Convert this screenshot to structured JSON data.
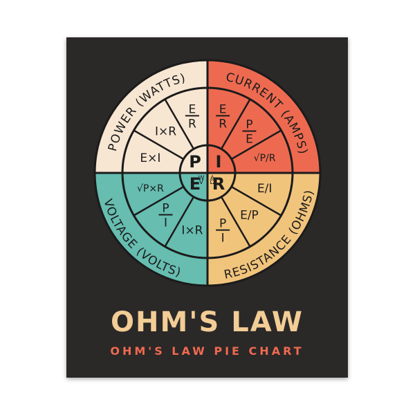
{
  "title": "OHM'S LAW",
  "subtitle": "OHM'S LAW PIE CHART",
  "colors": {
    "background": "#2b2828",
    "ink": "#1b1b1b",
    "power": "#f7e6d2",
    "current": "#ed6a50",
    "voltage": "#66bdb0",
    "resistance": "#f1c47c",
    "title": "#f2cd95",
    "subtitle": "#ef6a50"
  },
  "quadrants": {
    "power": {
      "label": "POWER (WATTS)",
      "symbol": "P",
      "unit": "W",
      "formulas": [
        {
          "num": "E",
          "den": "R"
        },
        {
          "text": "I×R"
        },
        {
          "text": "E×I"
        }
      ]
    },
    "current": {
      "label": "CURRENT (AMPS)",
      "symbol": "I",
      "unit": "A",
      "formulas": [
        {
          "num": "E",
          "den": "R"
        },
        {
          "num": "P",
          "den": "E"
        },
        {
          "text": "√P/R"
        }
      ]
    },
    "resistance": {
      "label": "RESISTANCE (OHMS)",
      "symbol": "R",
      "unit": "Ω",
      "formulas": [
        {
          "text": "E/I"
        },
        {
          "text": "E/P"
        },
        {
          "num": "P",
          "den": "I"
        }
      ]
    },
    "voltage": {
      "label": "VOLTAGE (VOLTS)",
      "symbol": "E",
      "unit": "V",
      "formulas": [
        {
          "text": "√P×R"
        },
        {
          "num": "P",
          "den": "I"
        },
        {
          "text": "I×R"
        }
      ]
    }
  }
}
